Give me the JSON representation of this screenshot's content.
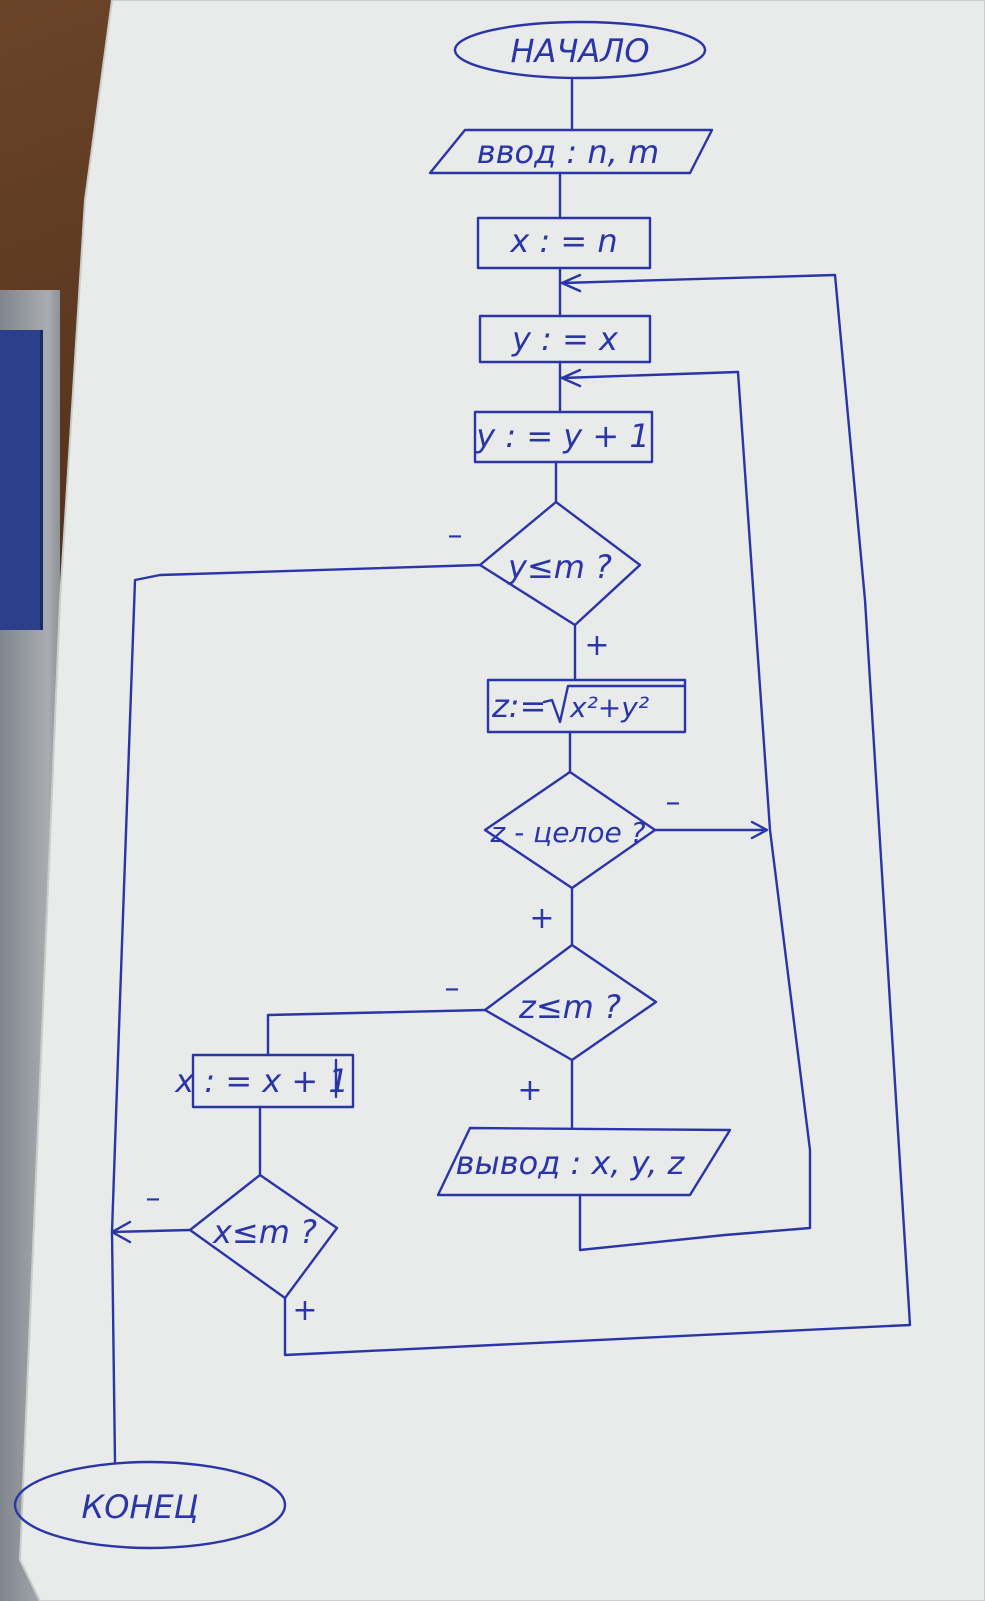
{
  "flowchart": {
    "start": "НАЧАЛО",
    "input": "ввод : n, m",
    "assign_x": "x : = n",
    "assign_y": "y : = x",
    "increment_y": "y : = y + 1",
    "cond_y_le_m": "y≤m ?",
    "assign_z_prefix": "z:=",
    "assign_z_radicand": "x²+y²",
    "cond_z_integer": "z - целое ?",
    "cond_z_le_m": "z≤m ?",
    "output": "вывод : x, y, z",
    "increment_x": "x : = x + 1",
    "cond_x_le_m": "x≤m ?",
    "end": "КОНЕЦ"
  },
  "branch_labels": {
    "y_le_m_no": "–",
    "y_le_m_yes": "+",
    "z_integer_no": "–",
    "z_integer_yes": "+",
    "z_le_m_no": "–",
    "z_le_m_yes": "+",
    "x_le_m_no": "–",
    "x_le_m_yes": "+"
  },
  "colors": {
    "ink": "#2a35a8",
    "paper": "#e9ecea",
    "desk": "#4a2d18"
  }
}
